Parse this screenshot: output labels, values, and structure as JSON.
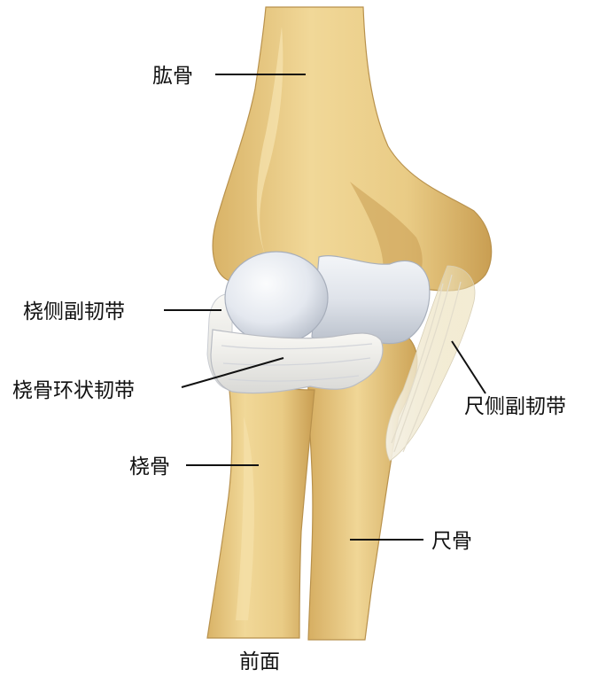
{
  "labels": {
    "humerus": "肱骨",
    "radial_collateral_ligament": "桡侧副韧带",
    "annular_ligament": "桡骨环状韧带",
    "radius": "桡骨",
    "ulnar_collateral_ligament": "尺侧副韧带",
    "ulna": "尺骨"
  },
  "caption": "前面",
  "colors": {
    "bone": "#e9cc8a",
    "bone_shadow": "#cfa65a",
    "bone_highlight": "#f6e2ad",
    "cartilage": "#e3e7ee",
    "cartilage_shadow": "#b9c0cc",
    "ligament": "#f1ede2"
  }
}
